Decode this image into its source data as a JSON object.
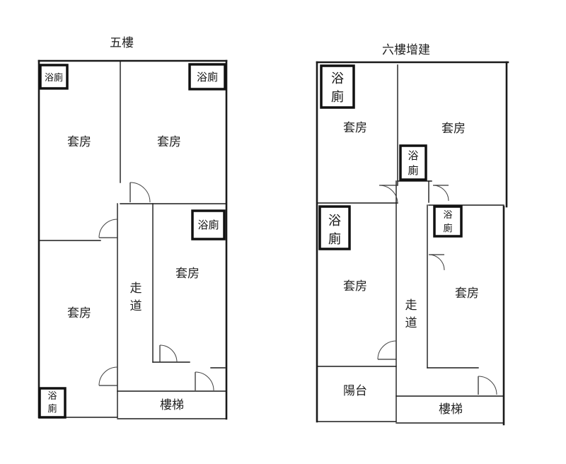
{
  "plans": {
    "fifth": {
      "title": "五樓",
      "suite": "套房",
      "bath": "浴廁",
      "bath_top": "浴",
      "bath_bottom": "廁",
      "corridor_top": "走",
      "corridor_bottom": "道",
      "stairs": "樓梯"
    },
    "sixth": {
      "title": "六樓增建",
      "suite": "套房",
      "bath_top": "浴",
      "bath_bottom": "廁",
      "corridor_top": "走",
      "corridor_bottom": "道",
      "balcony": "陽台",
      "stairs": "樓梯"
    }
  }
}
